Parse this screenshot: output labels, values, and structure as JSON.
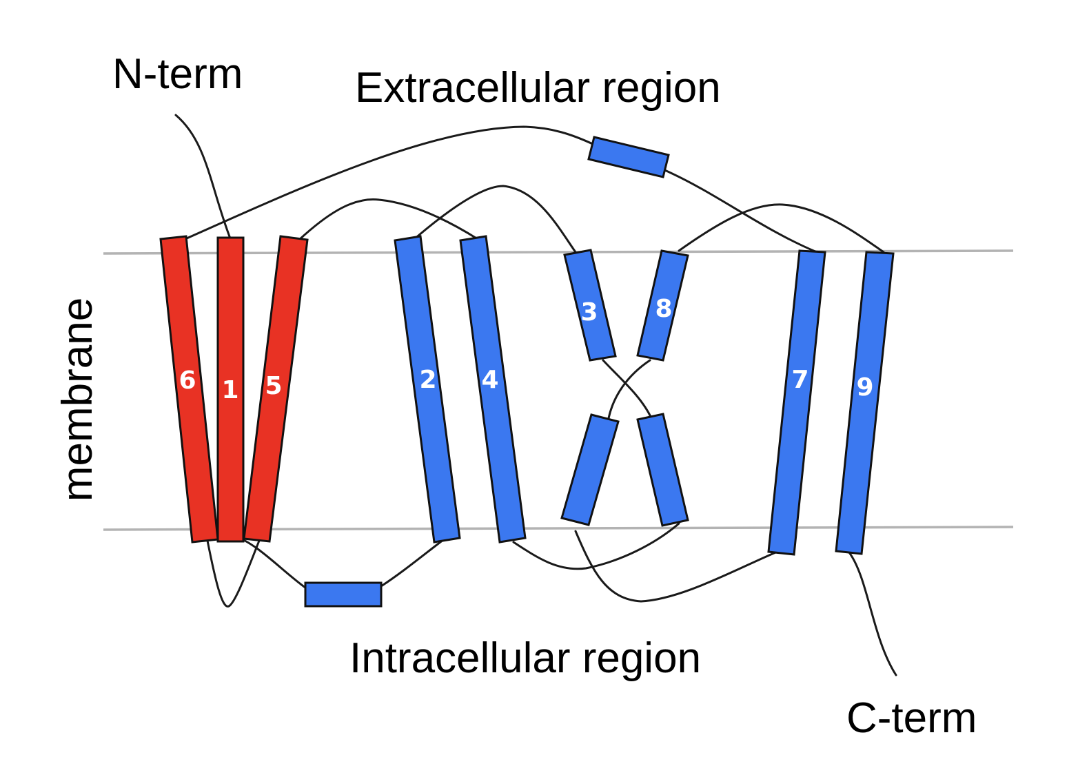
{
  "labels": {
    "n_term": "N-term",
    "c_term": "C-term",
    "extracellular": "Extracellular region",
    "intracellular": "Intracellular region",
    "membrane": "membrane"
  },
  "colors": {
    "helix_red": "#e83224",
    "helix_blue": "#3b78f0",
    "outline": "#111111",
    "membrane_line": "#b3b3b3",
    "loop_line": "#1a1a1a",
    "number_text": "#ffffff"
  },
  "helices": [
    {
      "id": "h6",
      "number": "6",
      "color": "red"
    },
    {
      "id": "h1",
      "number": "1",
      "color": "red"
    },
    {
      "id": "h5",
      "number": "5",
      "color": "red"
    },
    {
      "id": "h2",
      "number": "2",
      "color": "blue"
    },
    {
      "id": "h4",
      "number": "4",
      "color": "blue"
    },
    {
      "id": "h3",
      "number": "3",
      "color": "blue"
    },
    {
      "id": "h8",
      "number": "8",
      "color": "blue"
    },
    {
      "id": "h7",
      "number": "7",
      "color": "blue"
    },
    {
      "id": "h9",
      "number": "9",
      "color": "blue"
    }
  ]
}
